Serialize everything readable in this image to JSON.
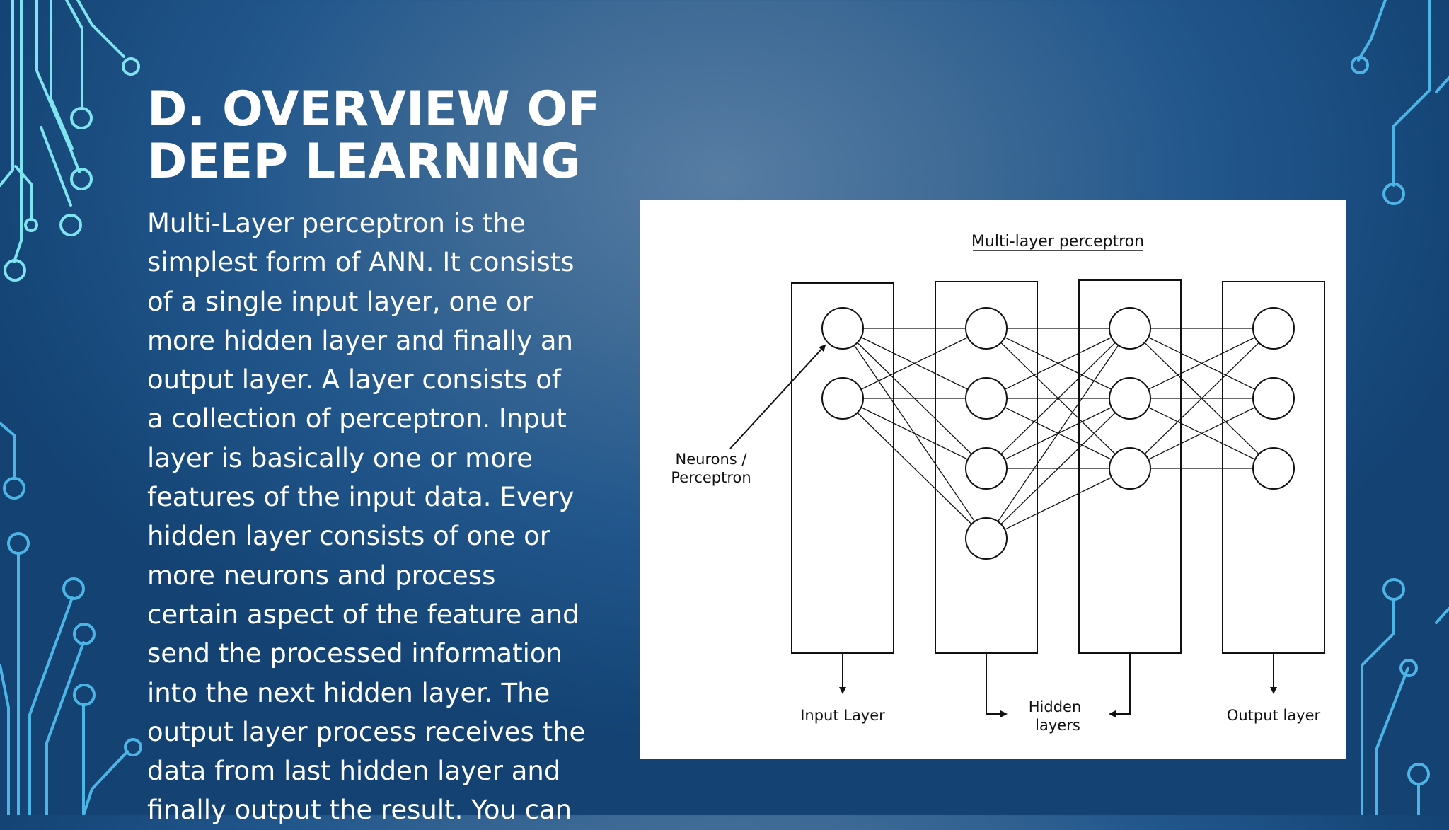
{
  "slide": {
    "title_lines": [
      "D. OVERVIEW OF",
      "DEEP LEARNING"
    ],
    "body_lines": [
      "Multi-Layer perceptron is the",
      "simplest form of ANN. It consists",
      "of a single input layer, one or",
      "more hidden layer and finally an",
      "output layer. A layer consists of",
      "a collection of perceptron. Input",
      "layer is basically one or more",
      "features of the input data. Every",
      "hidden layer consists of one or",
      "more neurons and process",
      "certain aspect of the feature and",
      "send the processed information",
      "into the next hidden layer. The",
      "output layer process receives the",
      "data from last hidden layer and",
      "finally output the result. You can"
    ]
  },
  "diagram": {
    "title": "Multi-layer perceptron",
    "neuron_label_lines": [
      "Neurons /",
      "Perceptron"
    ],
    "input_label": "Input Layer",
    "hidden_label_lines": [
      "Hidden",
      "layers"
    ],
    "output_label": "Output layer",
    "layers": [
      {
        "name": "input",
        "neurons": 2
      },
      {
        "name": "hidden-1",
        "neurons": 4
      },
      {
        "name": "hidden-2",
        "neurons": 3
      },
      {
        "name": "output",
        "neurons": 3
      }
    ]
  },
  "colors": {
    "circuit_light": "#7fe3f0",
    "circuit_mid": "#4db5e6",
    "diagram_bg": "#ffffff",
    "diagram_ink": "#111111"
  }
}
